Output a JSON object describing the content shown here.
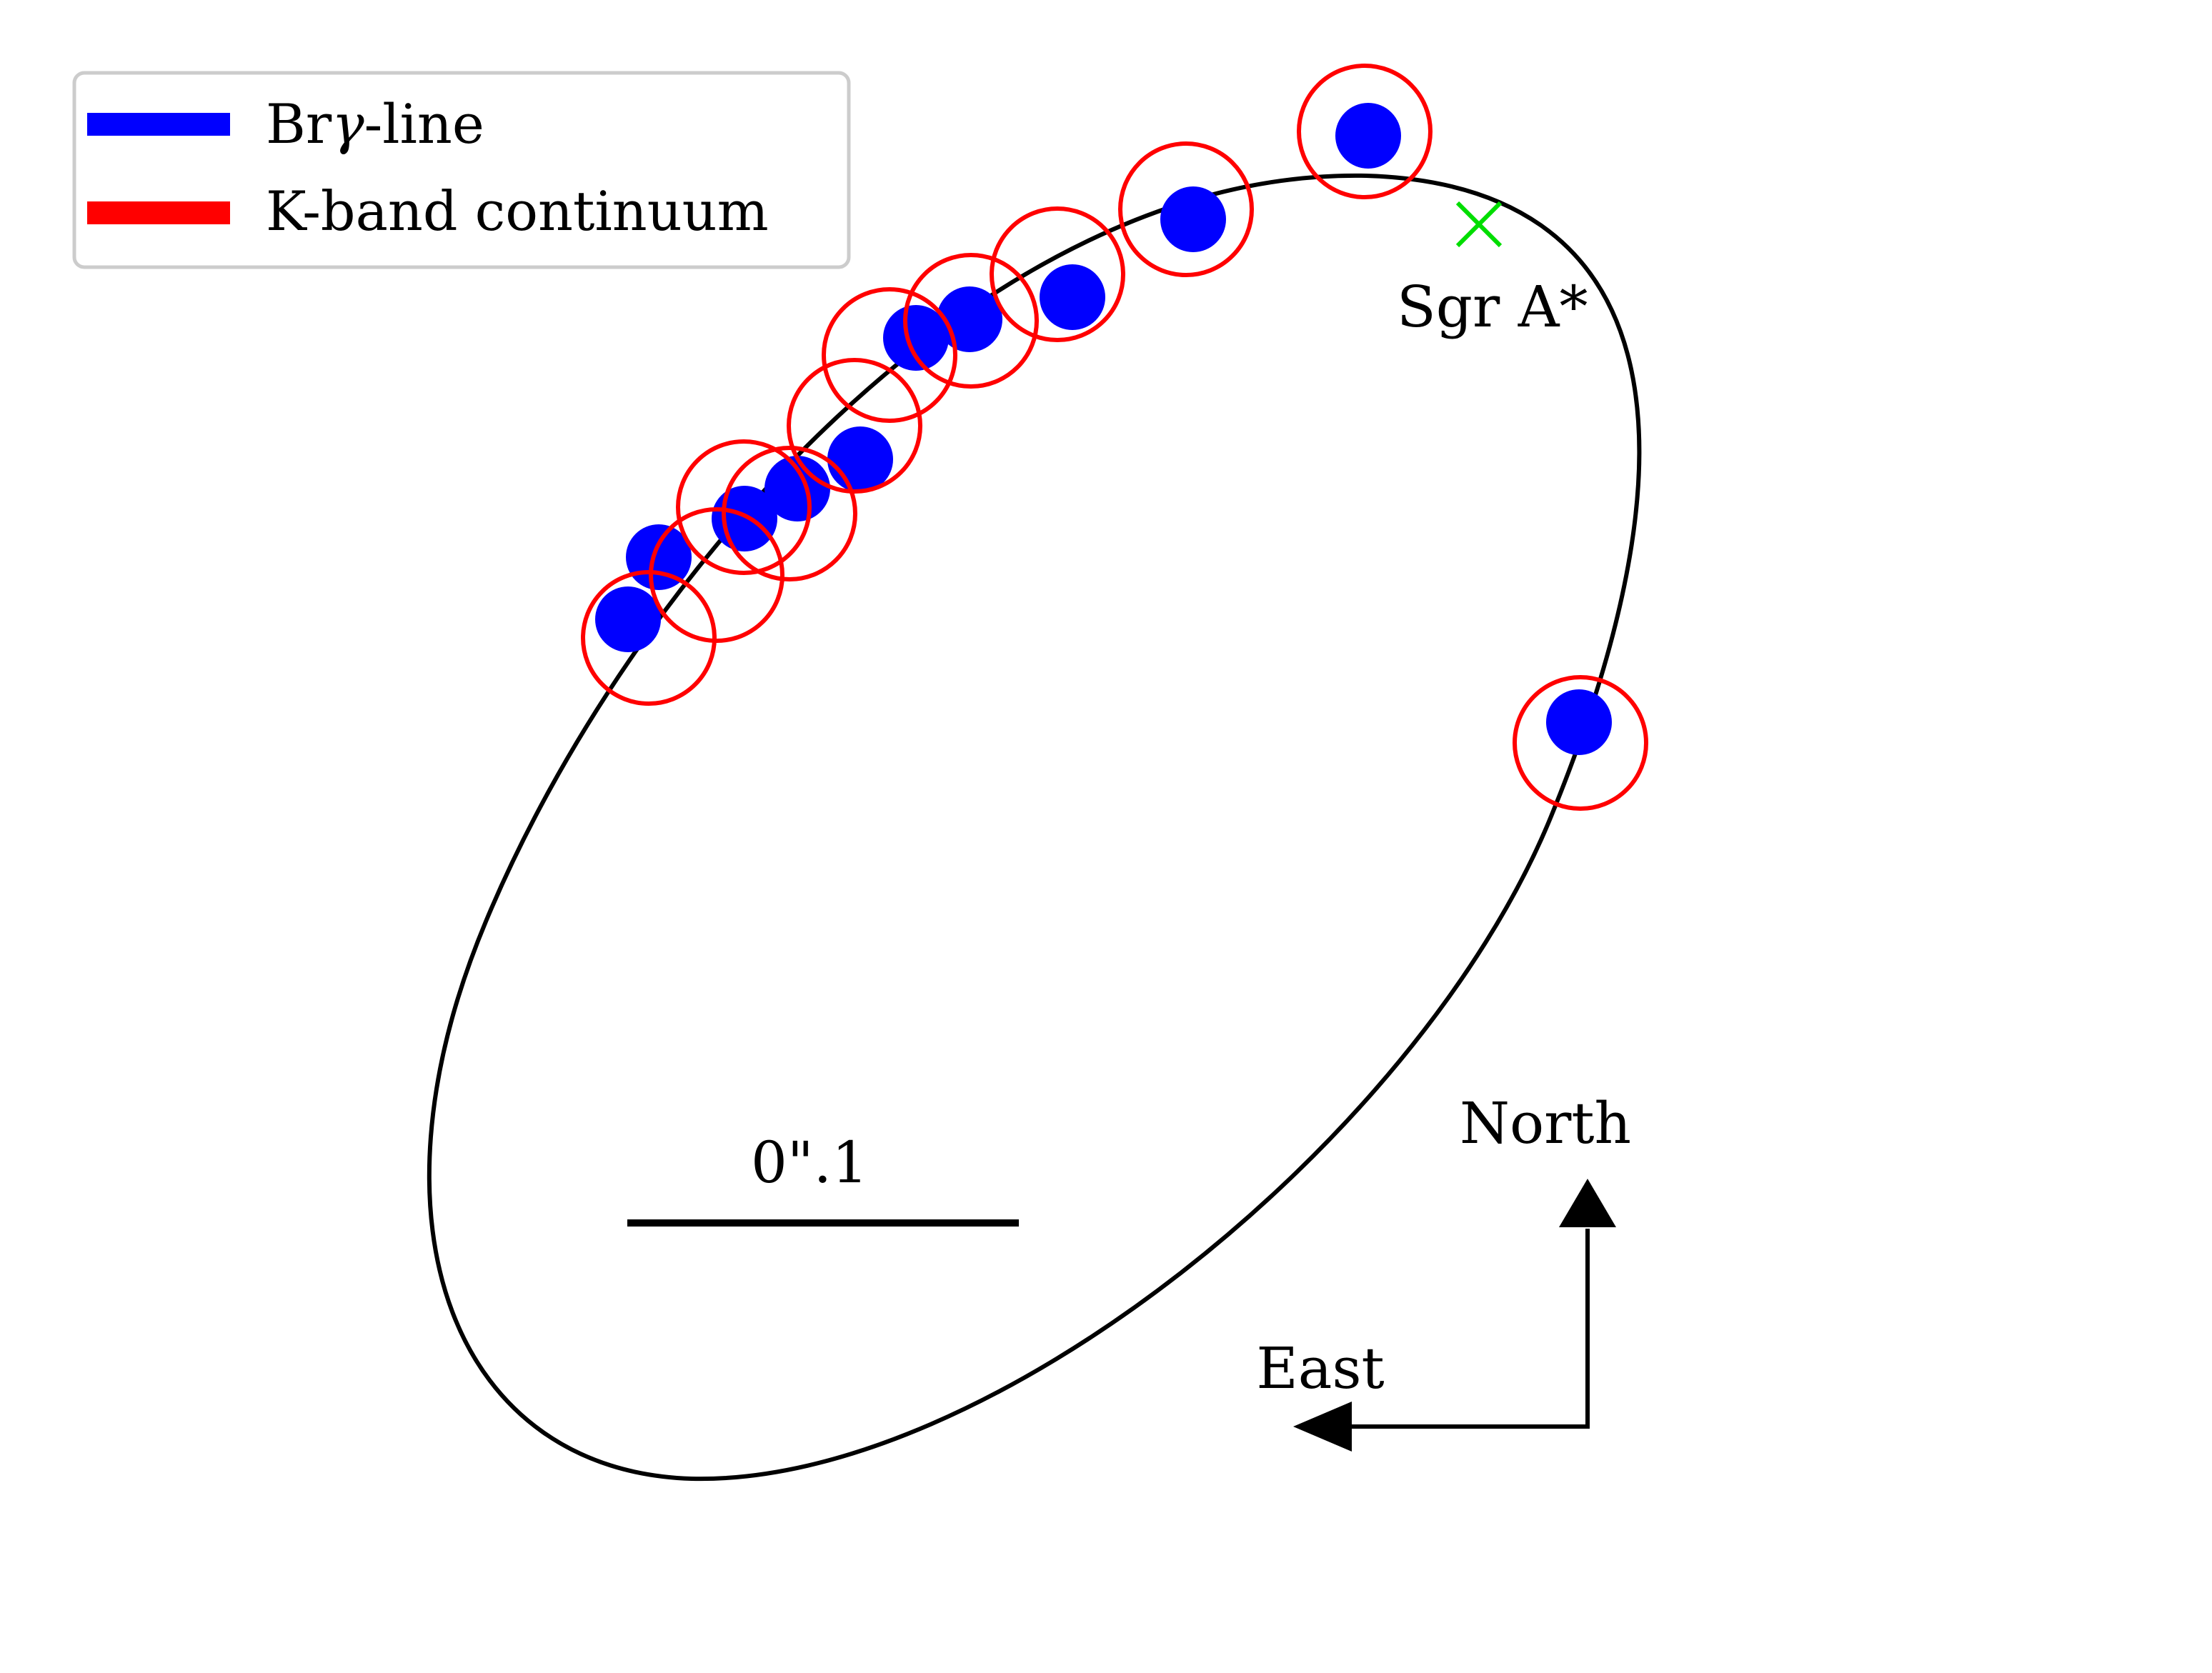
{
  "legend": {
    "items": [
      {
        "label_prefix": "Br",
        "label_symbol": "γ",
        "label_suffix": "-line",
        "color": "#0000ff"
      },
      {
        "label": "K-band continuum",
        "color": "#ff0000"
      }
    ]
  },
  "labels": {
    "sgr_a": "Sgr A*",
    "scale_bar": "0\".1",
    "north": "North",
    "east": "East"
  },
  "colors": {
    "orbit": "#000000",
    "bry": "#0000ff",
    "continuum": "#ff0000",
    "sgr_a_marker": "#00dd00",
    "arrow": "#000000"
  },
  "chart_data": {
    "type": "scatter",
    "description_units": "plot coordinates (East to the left, North up)",
    "series": [
      {
        "name": "Brγ-line",
        "marker": "filled-circle",
        "color": "#0000ff",
        "points": [
          [
            879,
            867
          ],
          [
            922,
            780
          ],
          [
            1042,
            726
          ],
          [
            1116,
            684
          ],
          [
            1204,
            643
          ],
          [
            1282,
            473
          ],
          [
            1357,
            447
          ],
          [
            1501,
            416
          ],
          [
            1670,
            307
          ],
          [
            1915,
            190
          ],
          [
            2210,
            1011
          ]
        ]
      },
      {
        "name": "K-band continuum",
        "marker": "open-circle",
        "color": "#ff0000",
        "points": [
          [
            908,
            893
          ],
          [
            1003,
            805
          ],
          [
            1041,
            710
          ],
          [
            1105,
            719
          ],
          [
            1196,
            596
          ],
          [
            1245,
            497
          ],
          [
            1359,
            449
          ],
          [
            1480,
            384
          ],
          [
            1660,
            293
          ],
          [
            1910,
            184
          ],
          [
            2212,
            1040
          ]
        ]
      }
    ],
    "orbit": {
      "shape": "ellipse",
      "color": "#000000"
    },
    "sgr_a": {
      "x": 2070,
      "y": 314
    }
  }
}
